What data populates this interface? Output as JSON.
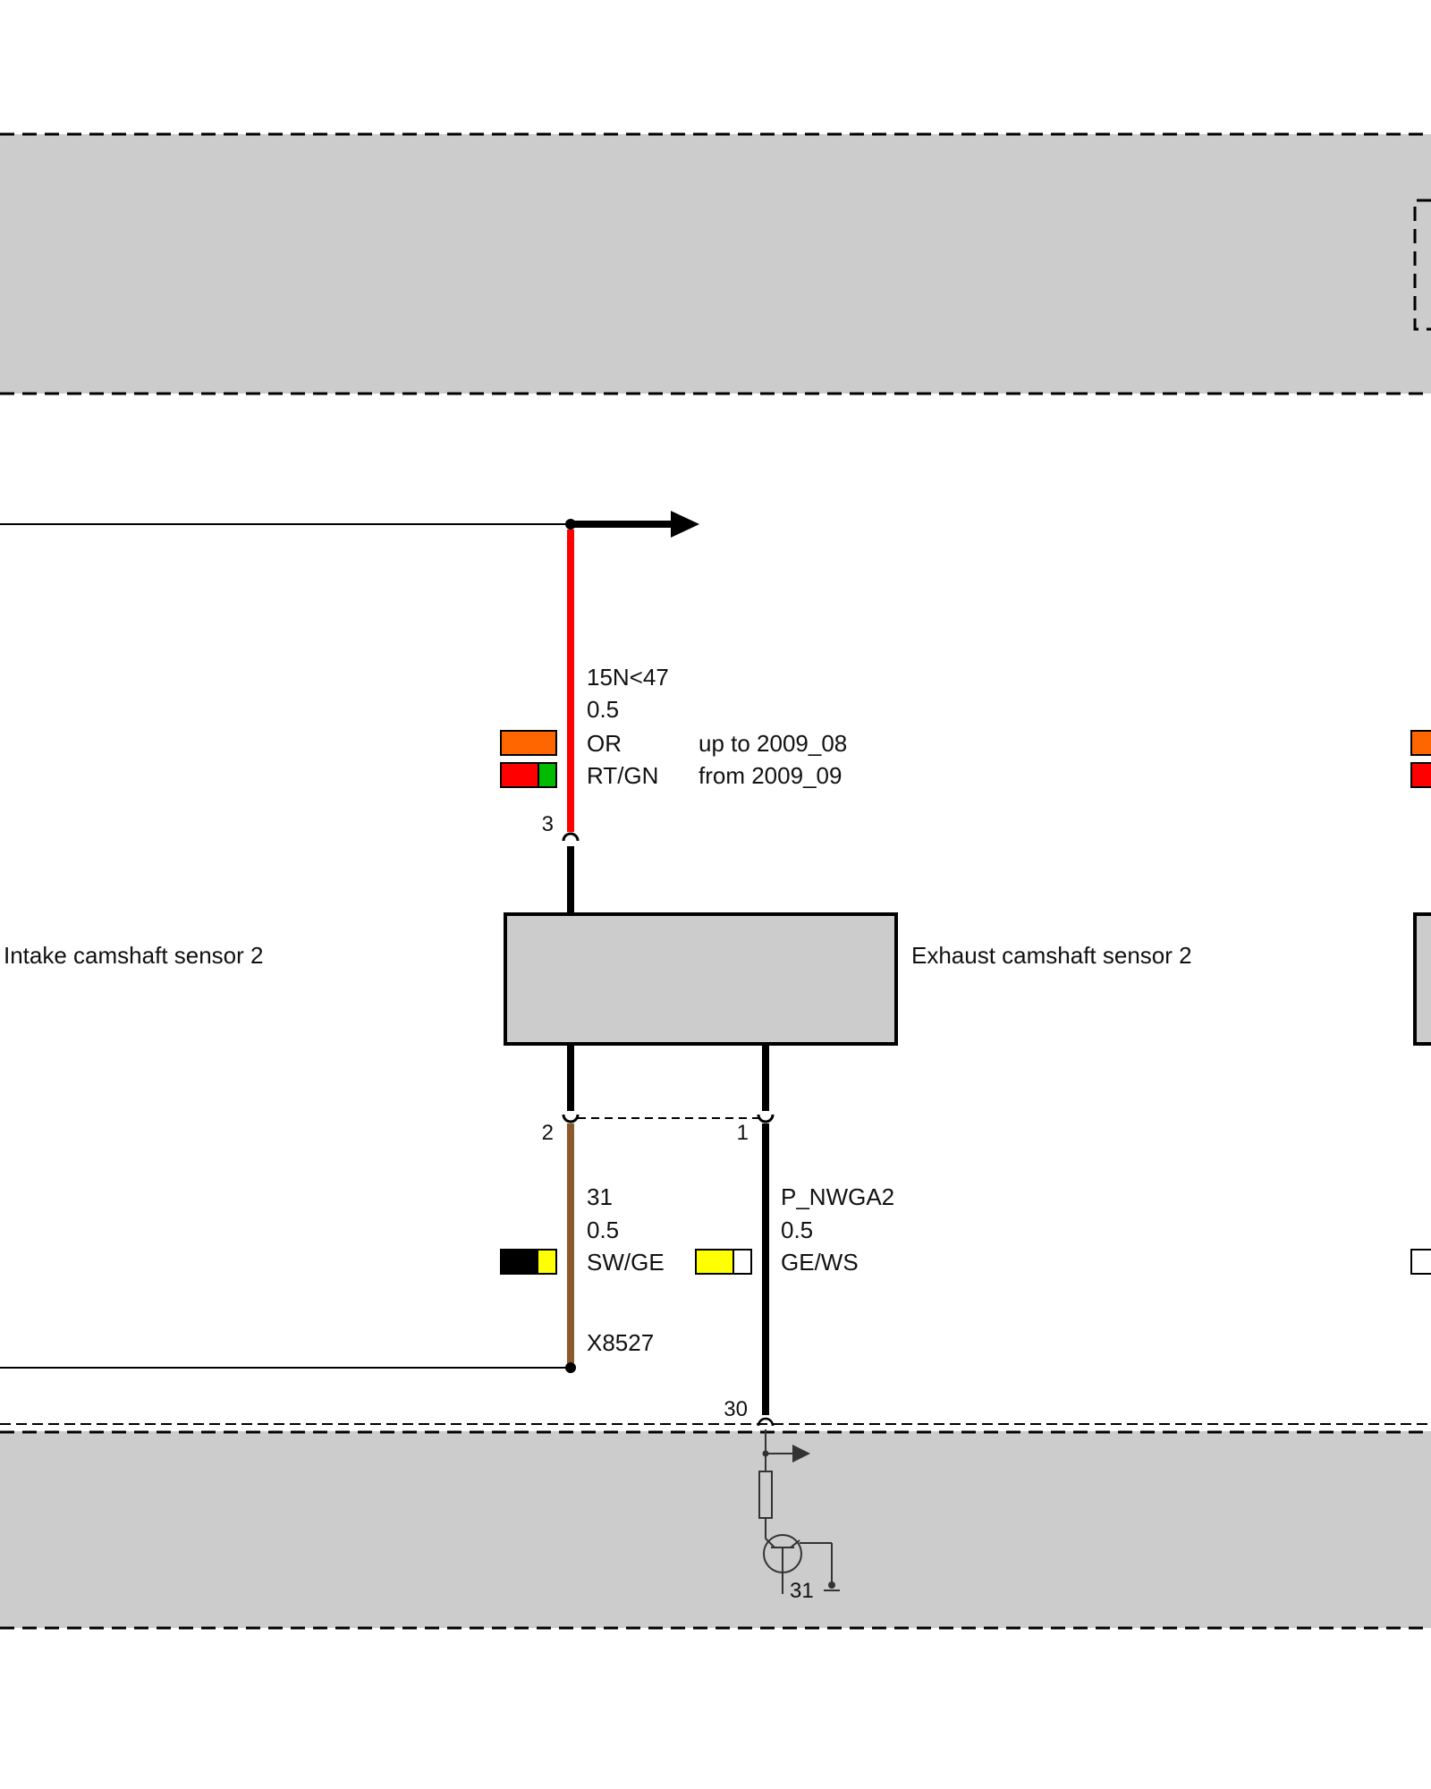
{
  "components": {
    "intake_sensor_label": "Intake camshaft sensor 2",
    "exhaust_sensor_label": "Exhaust camshaft sensor 2"
  },
  "wires": {
    "supply": {
      "signal": "15N<47",
      "cross_section": "0.5",
      "pin": "3",
      "variants": [
        {
          "code": "OR",
          "note": "up to 2009_08",
          "colors": [
            "#ff6600"
          ]
        },
        {
          "code": "RT/GN",
          "note": "from 2009_09",
          "colors": [
            "#ff0000",
            "#00bb00"
          ]
        }
      ],
      "wire_color": "#ff0000"
    },
    "ground": {
      "signal": "31",
      "cross_section": "0.5",
      "code": "SW/GE",
      "pin": "2",
      "connector": "X8527",
      "colors": [
        "#000000",
        "#ffff00"
      ],
      "wire_color": "#8b5a2b"
    },
    "signal": {
      "signal": "P_NWGA2",
      "cross_section": "0.5",
      "code": "GE/WS",
      "pin": "1",
      "colors": [
        "#ffff00",
        "#ffffff"
      ],
      "wire_color": "#000000"
    }
  },
  "control_unit": {
    "pin": "30",
    "ground_label": "31"
  },
  "colors": {
    "module_fill": "#cccccc",
    "sensor_fill": "#cccccc"
  }
}
